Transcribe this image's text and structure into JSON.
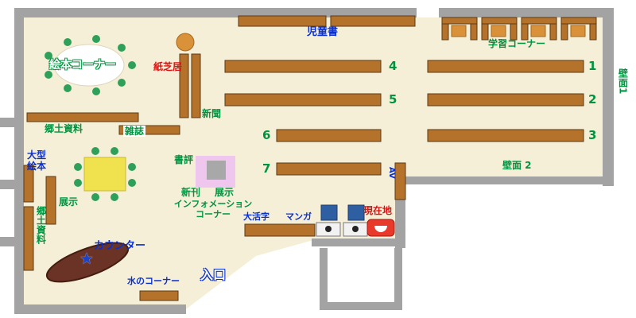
{
  "colors": {
    "floor": "#f5efd8",
    "wall": "#a3a3a3",
    "shelf": "#b5722a",
    "shelf-border": "#5a3a16",
    "blue": "#0a2fd0",
    "green": "#009440",
    "red": "#dd1111",
    "counter": "#6b3226",
    "counter-border": "#431d10",
    "table-yellow": "#efe24e",
    "stool-green": "#2fa05a",
    "circle-orange": "#d9913a",
    "display-pink": "#eec6ee",
    "display-gray": "#a8a8a8",
    "terminal-blue": "#2f5fa3",
    "terminal-base": "#f2f2f2",
    "marker-red": "#e8392b",
    "star-blue": "#1a43cc"
  },
  "labels": {
    "children_books": "児童書",
    "study_corner": "学習コーナー",
    "picture_book_corner": "絵本コーナー",
    "kamishibai": "紙芝居",
    "newspaper": "新聞",
    "local_materials": "郷土資料",
    "magazines": "雑誌",
    "large_picture_books": "大型\n絵本",
    "exhibit_shelf": "展示",
    "local_materials_vertical": "郷土資料",
    "book_review": "書評",
    "new_arrivals": "新刊",
    "exhibit_display": "展示",
    "information_corner": "インフォメーション\nコーナー",
    "large_print": "大活字",
    "manga": "マンガ",
    "current_location": "現在地",
    "counter": "カウンター",
    "water_corner": "水のコーナー",
    "entrance": "入口",
    "wall_1": "壁面1",
    "wall_2": "壁面 2",
    "av": "AV"
  },
  "shelf_numbers": {
    "n1": "1",
    "n2": "2",
    "n3": "3",
    "n4": "4",
    "n5": "5",
    "n6": "6",
    "n7": "7"
  },
  "icons": {
    "star": "★"
  }
}
